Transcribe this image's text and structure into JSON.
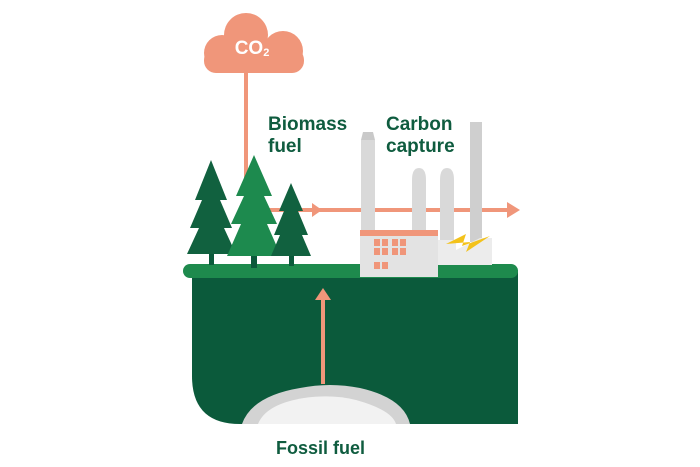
{
  "labels": {
    "co2_main": "CO",
    "co2_subscript": "2",
    "biomass_line1": "Biomass",
    "biomass_line2": "fuel",
    "carbon_line1": "Carbon",
    "carbon_line2": "capture",
    "fossil": "Fossil fuel"
  },
  "colors": {
    "ground": "#0b5a3b",
    "ground_edge": "#1e8a4d",
    "tree_dark": "#11613f",
    "tree_mid": "#1d8a4e",
    "salmon": "#f0967a",
    "factory_grey": "#d9d9d9",
    "factory_light": "#ececec",
    "bolt": "#f3c21b",
    "text": "#0f5c3f"
  },
  "icons": [
    "co2-cloud-icon",
    "tree-icon",
    "factory-icon",
    "chimney-icon",
    "lightning-bolt-icon",
    "arrow-icon",
    "fossil-deposit-icon"
  ]
}
